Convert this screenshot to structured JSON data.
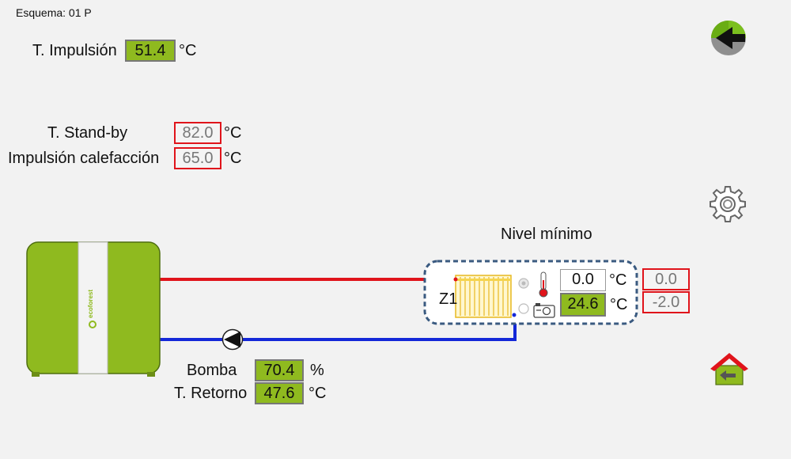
{
  "header": {
    "scheme": "Esquema: 01 P"
  },
  "impulsion": {
    "label": "T. Impulsión",
    "value": "51.4",
    "unit": "°C"
  },
  "standby": {
    "label": "T. Stand-by",
    "value": "82.0",
    "unit": "°C"
  },
  "heating": {
    "label": "Impulsión calefacción",
    "value": "65.0",
    "unit": "°C"
  },
  "boiler": {
    "brand": "ecoforest"
  },
  "zone": {
    "title": "Nivel mínimo",
    "name": "Z1",
    "setpoint": "0.0",
    "setpoint_unit": "°C",
    "room_temp": "24.6",
    "room_unit": "°C",
    "offset1": "0.0",
    "offset2": "-2.0"
  },
  "pump": {
    "label": "Bomba",
    "value": "70.4",
    "unit": "%"
  },
  "return": {
    "label": "T. Retorno",
    "value": "47.6",
    "unit": "°C"
  },
  "colors": {
    "boiler_green": "#8fba1f",
    "supply_pipe": "#e0141b",
    "return_pipe": "#1428d8",
    "value_green": "#8fba1f",
    "alert_border": "#e0141b",
    "zone_border": "#3a5a80",
    "radiator": "#f5d44e"
  },
  "icons": {
    "back": "back-arrow-icon",
    "settings": "gear-icon",
    "home": "home-icon",
    "thermometer": "thermometer-icon",
    "camera": "camera-icon",
    "pump": "pump-icon"
  }
}
